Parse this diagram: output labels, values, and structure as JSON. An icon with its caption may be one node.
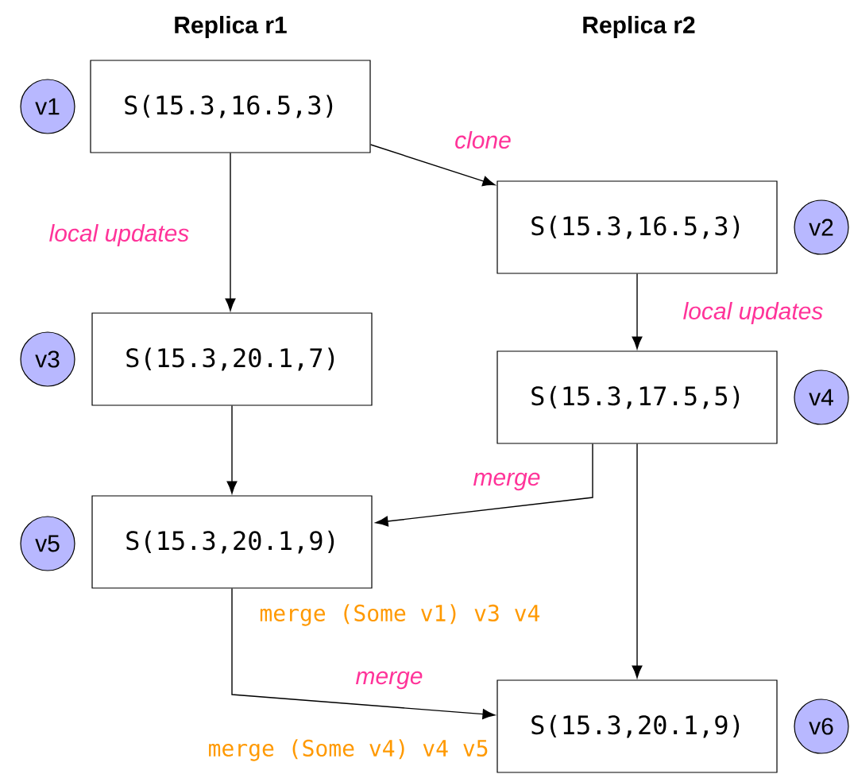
{
  "diagram": {
    "nodes": [
      {
        "text": [
          "v1"
        ]
      },
      {
        "text": [
          "S(15.3,16.5,3)"
        ]
      },
      {
        "text": [
          "S(15.3,16.5,3)"
        ]
      },
      {
        "text": [
          "v2"
        ]
      },
      {
        "text": [
          "v3"
        ]
      },
      {
        "text": [
          "S(15.3,20.1,7)"
        ]
      },
      {
        "text": [
          "S(15.3,17.5,5)"
        ]
      },
      {
        "text": [
          "v4"
        ]
      },
      {
        "text": [
          "v5"
        ]
      },
      {
        "text": [
          "S(15.3,20.1,9)"
        ]
      },
      {
        "text": [
          "S(15.3,20.1,9)"
        ]
      },
      {
        "text": [
          "v6"
        ]
      }
    ],
    "edges": [
      {
        "from": 1,
        "to": 2,
        "arrow": "to",
        "label": "clone"
      },
      {
        "from": 1,
        "to": 5,
        "arrow": "to",
        "label": "local updates"
      },
      {
        "from": 2,
        "to": 6,
        "arrow": "to",
        "label": "local updates"
      },
      {
        "from": 5,
        "to": 9,
        "arrow": "to"
      },
      {
        "from": 6,
        "to": 9,
        "arrow": "to",
        "label": "merge"
      },
      {
        "from": 6,
        "to": 10,
        "arrow": "to"
      },
      {
        "from": 9,
        "to": 10,
        "arrow": "to",
        "label": "merge"
      }
    ],
    "labels": [
      "Replica r1",
      "Replica r2",
      "merge (Some v1) v3 v4",
      "merge (Some v4) v4 v5"
    ]
  }
}
